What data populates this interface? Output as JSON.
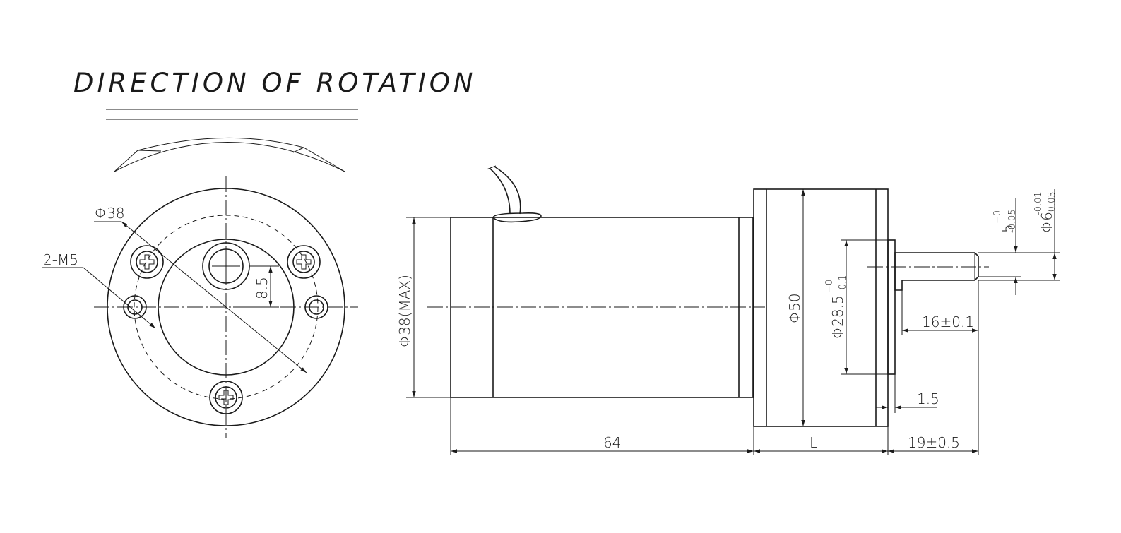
{
  "title": "DIRECTION OF ROTATION",
  "front_view": {
    "pcd_label": "Φ38",
    "hole_label": "2-M5",
    "offset_label": "8.5"
  },
  "side_view": {
    "body_dia_label": "Φ38(MAX)",
    "body_length_label": "64",
    "flange_dia_label": "Φ50",
    "pilot_label": "Φ28.5",
    "pilot_tol_upper": "+0",
    "pilot_tol_lower": "-0.1",
    "gearbox_length_label": "L",
    "shaft_len_label": "19±0.5",
    "flat_len_label": "16±0.1",
    "pilot_depth_label": "1.5",
    "flat_label": "5",
    "flat_tol_upper": "+0",
    "flat_tol_lower": "-0.05",
    "shaft_dia_label": "Φ6",
    "shaft_tol_upper": "-0.01",
    "shaft_tol_lower": "-0.03"
  }
}
